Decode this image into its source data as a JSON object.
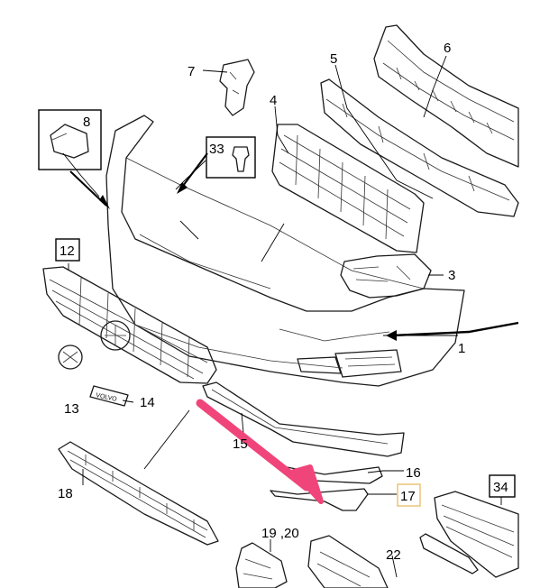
{
  "diagram": {
    "callouts": {
      "p1": "1",
      "p3": "3",
      "p4": "4",
      "p5": "5",
      "p6": "6",
      "p7": "7",
      "p8": "8",
      "p12": "12",
      "p13": "13",
      "p14": "14",
      "p15": "15",
      "p16": "16",
      "p17": "17",
      "p18": "18",
      "p19_20": "19 ,20",
      "p22": "22",
      "p33": "33",
      "p34": "34"
    },
    "emblem_text": "VOLVO",
    "highlight": {
      "arrow_color": "#f0457a",
      "box_color": "#e8c070"
    }
  }
}
